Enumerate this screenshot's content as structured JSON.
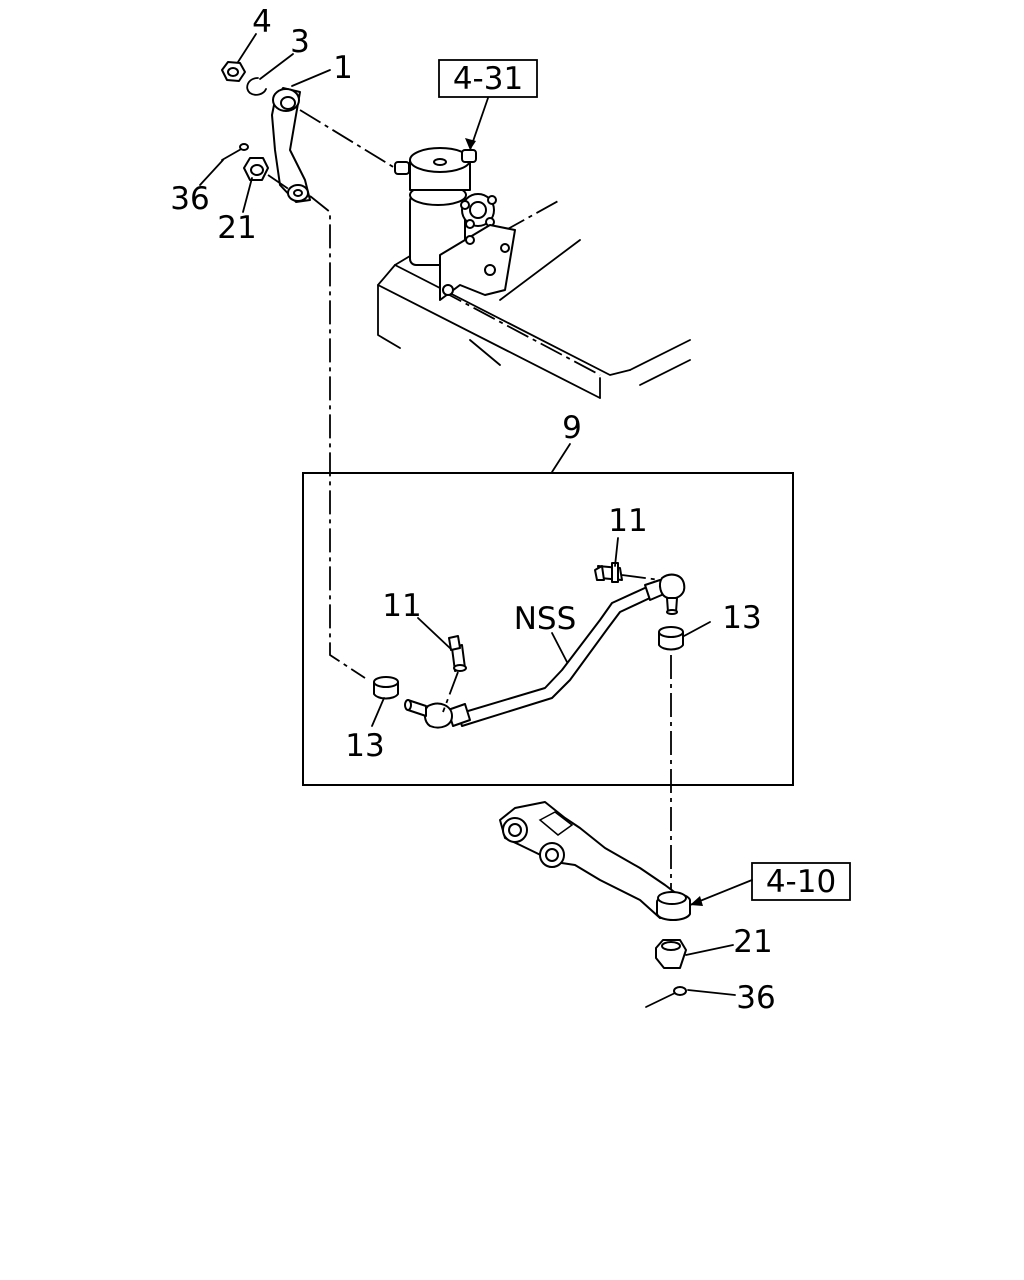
{
  "refs": {
    "ref_431": "4-31",
    "ref_410": "4-10"
  },
  "callouts": {
    "c4": "4",
    "c3": "3",
    "c1": "1",
    "c36_top": "36",
    "c21_top": "21",
    "c9": "9",
    "c11_right": "11",
    "c11_left": "11",
    "c_nss": "NSS",
    "c13_right": "13",
    "c13_left": "13",
    "c21_bottom": "21",
    "c36_bottom": "36"
  }
}
